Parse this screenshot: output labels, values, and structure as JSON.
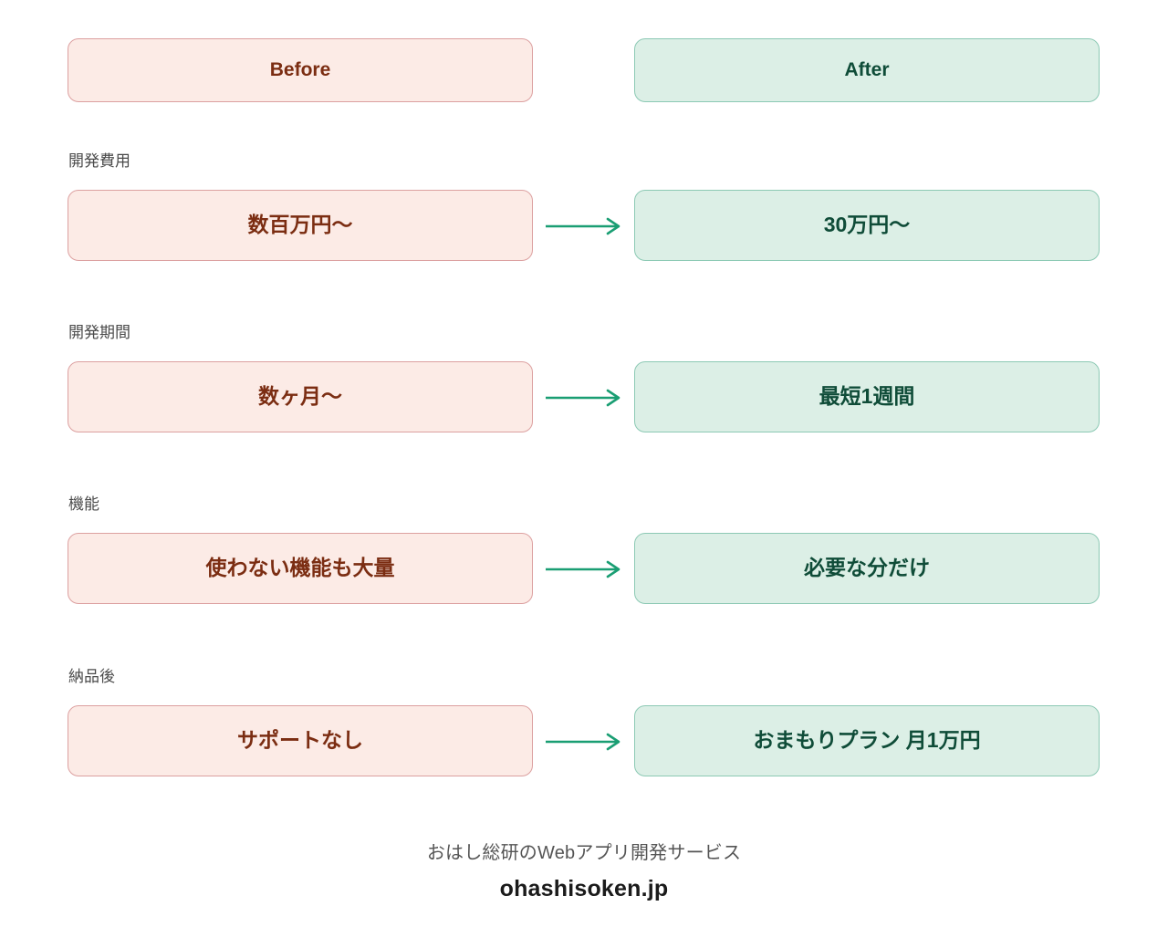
{
  "headers": {
    "before": "Before",
    "after": "After"
  },
  "rows": [
    {
      "label": "開発費用",
      "before": "数百万円〜",
      "after": "30万円〜",
      "arrow": "arrow-right-icon"
    },
    {
      "label": "開発期間",
      "before": "数ヶ月〜",
      "after": "最短1週間",
      "arrow": "arrow-right-icon"
    },
    {
      "label": "機能",
      "before": "使わない機能も大量",
      "after": "必要な分だけ",
      "arrow": "arrow-right-icon"
    },
    {
      "label": "納品後",
      "before": "サポートなし",
      "after": "おまもりプラン 月1万円",
      "arrow": "arrow-right-icon"
    }
  ],
  "footer": {
    "tagline": "おはし総研のWebアプリ開発サービス",
    "site": "ohashisoken.jp"
  },
  "colors": {
    "before_fill": "#fcebe6",
    "before_border": "#dca0a0",
    "before_text": "#7b2d12",
    "after_fill": "#dcefe6",
    "after_border": "#8cc9b4",
    "after_text": "#0f4c38",
    "arrow": "#1a9e73",
    "label_text": "#4a4a4a",
    "background": "#ffffff"
  }
}
